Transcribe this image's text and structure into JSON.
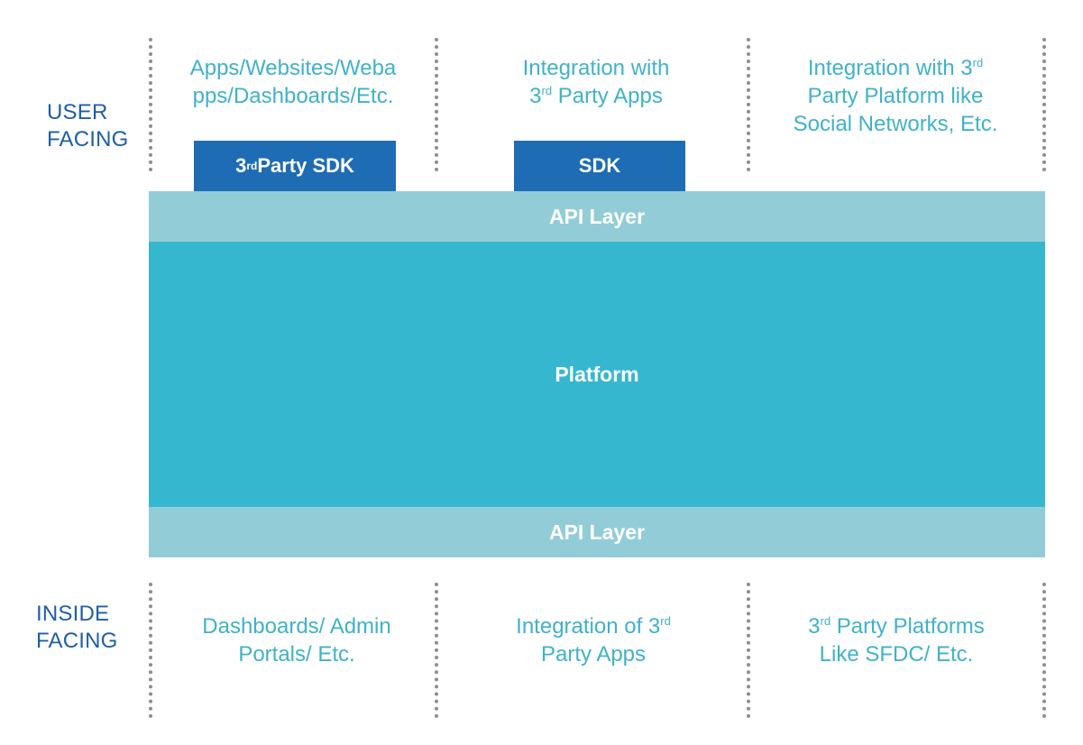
{
  "side_labels": {
    "user_facing": [
      "USER",
      "FACING"
    ],
    "inside_facing": [
      "INSIDE",
      "FACING"
    ]
  },
  "top_columns": [
    {
      "lines": [
        {
          "pre": "Apps/Websites/Weba",
          "sup": "",
          "post": ""
        },
        {
          "pre": "pps/Dashboards/Etc.",
          "sup": "",
          "post": ""
        }
      ]
    },
    {
      "lines": [
        {
          "pre": "Integration with",
          "sup": "",
          "post": ""
        },
        {
          "pre": "3",
          "sup": "rd",
          "post": " Party Apps"
        }
      ]
    },
    {
      "lines": [
        {
          "pre": "Integration with 3",
          "sup": "rd",
          "post": ""
        },
        {
          "pre": "Party Platform like",
          "sup": "",
          "post": ""
        },
        {
          "pre": "Social Networks, Etc.",
          "sup": "",
          "post": ""
        }
      ]
    }
  ],
  "sdk_boxes": [
    {
      "pre": "3",
      "sup": "rd",
      "post": " Party SDK"
    },
    {
      "pre": "SDK",
      "sup": "",
      "post": ""
    }
  ],
  "layers": {
    "api_top": "API Layer",
    "platform": "Platform",
    "api_bottom": "API Layer"
  },
  "bottom_columns": [
    {
      "lines": [
        {
          "pre": "Dashboards/ Admin",
          "sup": "",
          "post": ""
        },
        {
          "pre": "Portals/ Etc.",
          "sup": "",
          "post": ""
        }
      ]
    },
    {
      "lines": [
        {
          "pre": "Integration of 3",
          "sup": "rd",
          "post": ""
        },
        {
          "pre": "Party Apps",
          "sup": "",
          "post": ""
        }
      ]
    },
    {
      "lines": [
        {
          "pre": "3",
          "sup": "rd",
          "post": " Party Platforms"
        },
        {
          "pre": "Like SFDC/ Etc.",
          "sup": "",
          "post": ""
        }
      ]
    }
  ],
  "colors": {
    "label_blue": "#1e5fa8",
    "text_teal": "#3fb2c9",
    "sdk_blue": "#1e6cb4",
    "api_layer": "#92cdd7",
    "platform": "#35b7cf",
    "divider": "#8a8d91"
  }
}
